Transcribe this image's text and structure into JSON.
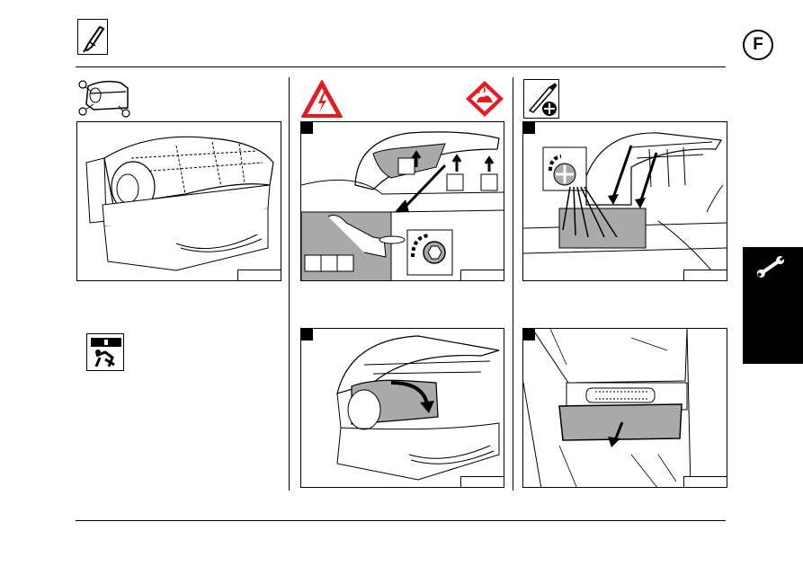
{
  "header": {
    "language_code": "F",
    "tool_icon": "screwdriver-tool-icon"
  },
  "side_tab": {
    "icon": "wrench-icon"
  },
  "columns": [
    {
      "icon": "device-orientation-icon",
      "figures": [
        "overview-figure"
      ],
      "warning_icon": "person-lifting-caution-icon"
    },
    {
      "icons": [
        "electric-shock-warning-icon",
        "hot-surface-warning-icon"
      ],
      "figures": [
        "remove-lid-figure",
        "fold-acrylic-figure"
      ]
    },
    {
      "icon": "phillips-screwdriver-icon",
      "figures": [
        "unscrew-panel-figure",
        "remove-panel-figure"
      ]
    }
  ],
  "colors": {
    "line": "#000000",
    "fill_gray": "#a9a9a9",
    "warning_red": "#e31b23"
  }
}
